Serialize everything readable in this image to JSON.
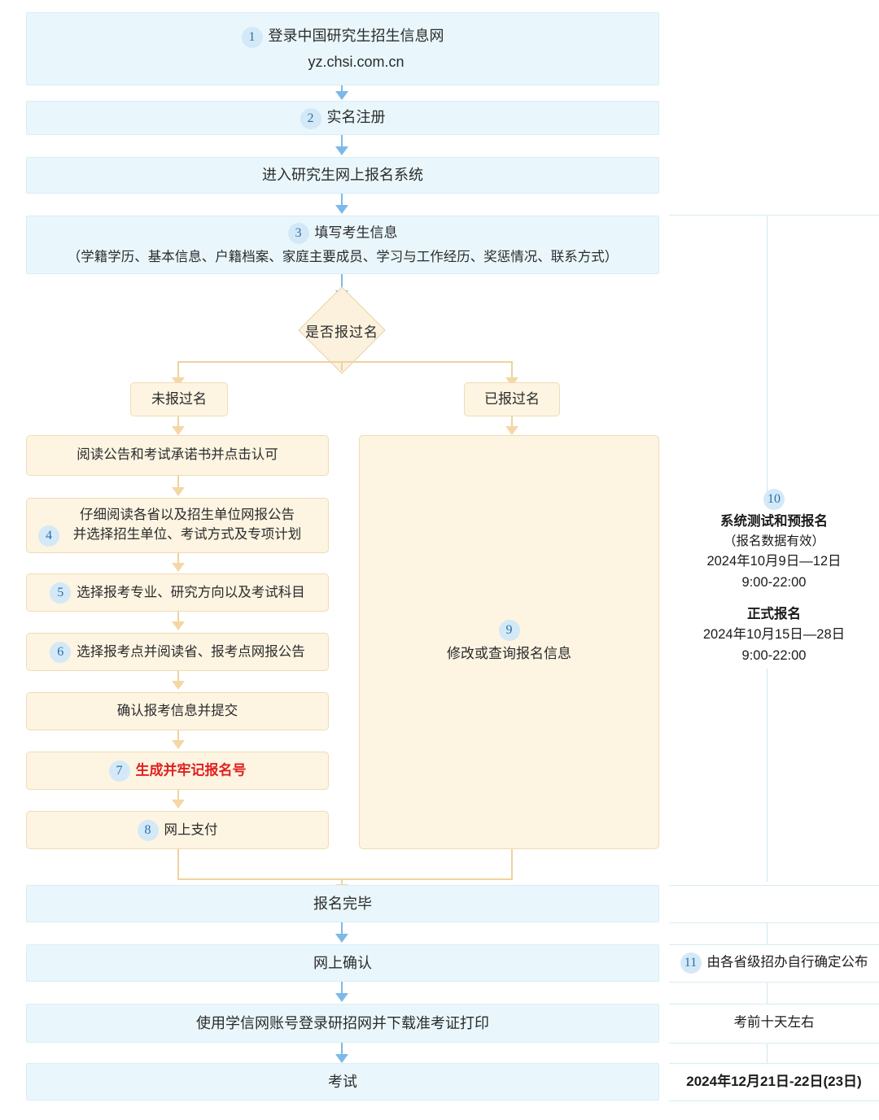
{
  "colors": {
    "blue_fill": "#e9f7fc",
    "orange_fill": "#fdf4e2",
    "badge_fill": "#d4e9f7",
    "badge_text": "#2f6fa8",
    "blue_arrow": "#7cb9e8",
    "orange_arrow": "#f5d7a6",
    "alert_red": "#e02020"
  },
  "flow": {
    "step1": {
      "badge": "1",
      "line1": "登录中国研究生招生信息网",
      "line2": "yz.chsi.com.cn"
    },
    "step2": {
      "badge": "2",
      "label": "实名注册"
    },
    "step_enter": {
      "label": "进入研究生网上报名系统"
    },
    "step3": {
      "badge": "3",
      "line1": "填写考生信息",
      "line2": "（学籍学历、基本信息、户籍档案、家庭主要成员、学习与工作经历、奖惩情况、联系方式）"
    },
    "decision": {
      "label": "是否报过名"
    },
    "branch_no": {
      "label": "未报过名"
    },
    "branch_yes": {
      "label": "已报过名"
    },
    "left_branch": [
      {
        "badge": "",
        "lines": [
          "阅读公告和考试承诺书并点击认可"
        ]
      },
      {
        "badge": "4",
        "lines": [
          "仔细阅读各省以及招生单位网报公告",
          "并选择招生单位、考试方式及专项计划"
        ]
      },
      {
        "badge": "5",
        "lines": [
          "选择报考专业、研究方向以及考试科目"
        ]
      },
      {
        "badge": "6",
        "lines": [
          "选择报考点并阅读省、报考点网报公告"
        ]
      },
      {
        "badge": "",
        "lines": [
          "确认报考信息并提交"
        ]
      },
      {
        "badge": "7",
        "lines": [
          "生成并牢记报名号"
        ],
        "alert": true
      },
      {
        "badge": "8",
        "lines": [
          "网上支付"
        ]
      }
    ],
    "right_branch": {
      "badge": "9",
      "label": "修改或查询报名信息"
    },
    "tail": [
      {
        "label": "报名完毕"
      },
      {
        "label": "网上确认"
      },
      {
        "label": "使用学信网账号登录研招网并下载准考证打印"
      },
      {
        "label": "考试"
      }
    ]
  },
  "timeline": {
    "registration": {
      "badge": "10",
      "title1": "系统测试和预报名",
      "sub1": "（报名数据有效）",
      "date1": "2024年10月9日—12日",
      "time1": "9:00-22:00",
      "title2": "正式报名",
      "date2": "2024年10月15日—28日",
      "time2": "9:00-22:00"
    },
    "confirm": {
      "badge": "11",
      "label": "由各省级招办自行确定公布"
    },
    "admit_card": {
      "label": "考前十天左右"
    },
    "exam": {
      "label": "2024年12月21日-22日(23日)"
    }
  }
}
